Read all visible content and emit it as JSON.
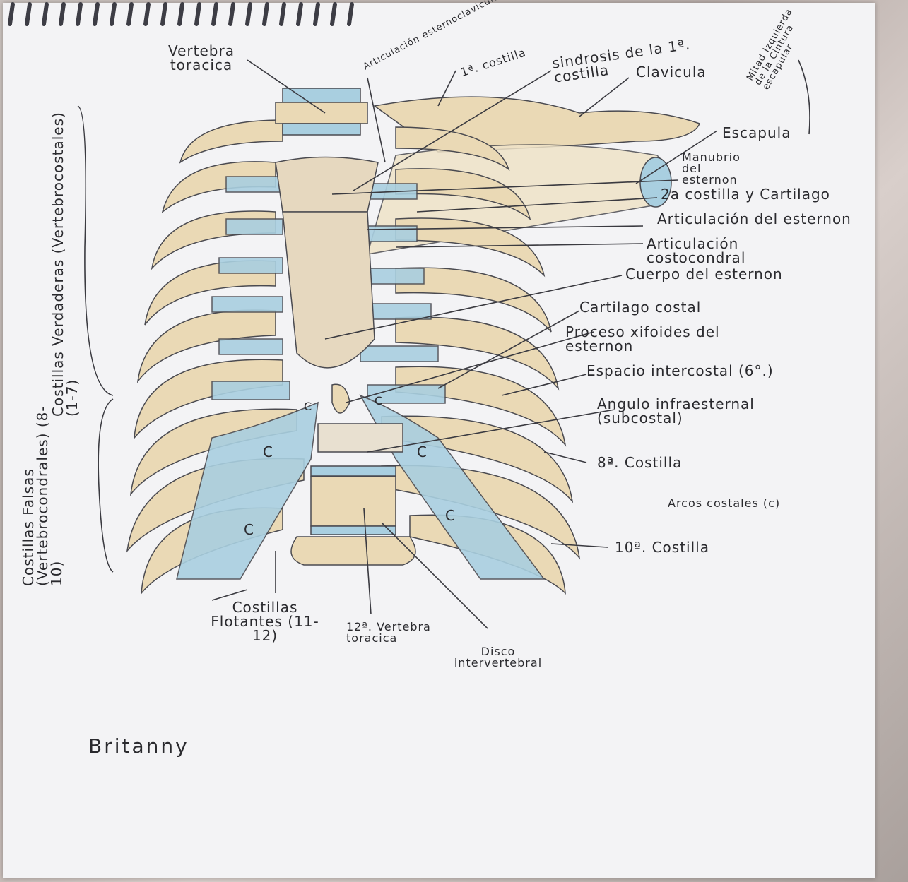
{
  "diagram": {
    "labels": {
      "vertebra_toracica": "Vertebra toracica",
      "articulacion_esternoclavicular": "Articulación esternoclavicular",
      "primera_costilla": "1ª. costilla",
      "sindrosis": "sindrosis de la 1ª. costilla",
      "clavicula": "Clavicula",
      "mitad_izquierda": "Mitad Izquierda de la Cintura escapular",
      "escapula": "Escapula",
      "manubrio": "Manubrio del esternon",
      "costilla_cartilago": "2a costilla y Cartilago",
      "articulacion_esternon": "Articulación del esternon",
      "articulacion_costocondral": "Articulación costocondral",
      "cuerpo_esternon": "Cuerpo del esternon",
      "cartilago_costal": "Cartilago costal",
      "proceso_xifoides": "Proceso xifoides del esternon",
      "espacio_intercostal": "Espacio intercostal (6°.)",
      "angulo_infraesternal": "Angulo infraesternal (subcostal)",
      "octava_costilla": "8ª. Costilla",
      "arcos_costales": "Arcos costales (c)",
      "decima_costilla": "10ª. Costilla",
      "costillas_verdaderas": "Costillas Verdaderas (Vertebrocostales) (1-7)",
      "costillas_falsas": "Costillas Falsas (Vertebrocondrales) (8-10)",
      "costillas_flotantes": "Costillas Flotantes (11-12)",
      "duodecima_vertebra": "12ª. Vertebra toracica",
      "disco_intervertebral": "Disco intervertebral",
      "arc_letter": "C"
    },
    "signature": "Britanny"
  },
  "colors": {
    "bone": "#ead9b5",
    "cartilage": "#a9cfe0",
    "pencil": "#3a3a40",
    "paper": "#f3f3f5"
  }
}
